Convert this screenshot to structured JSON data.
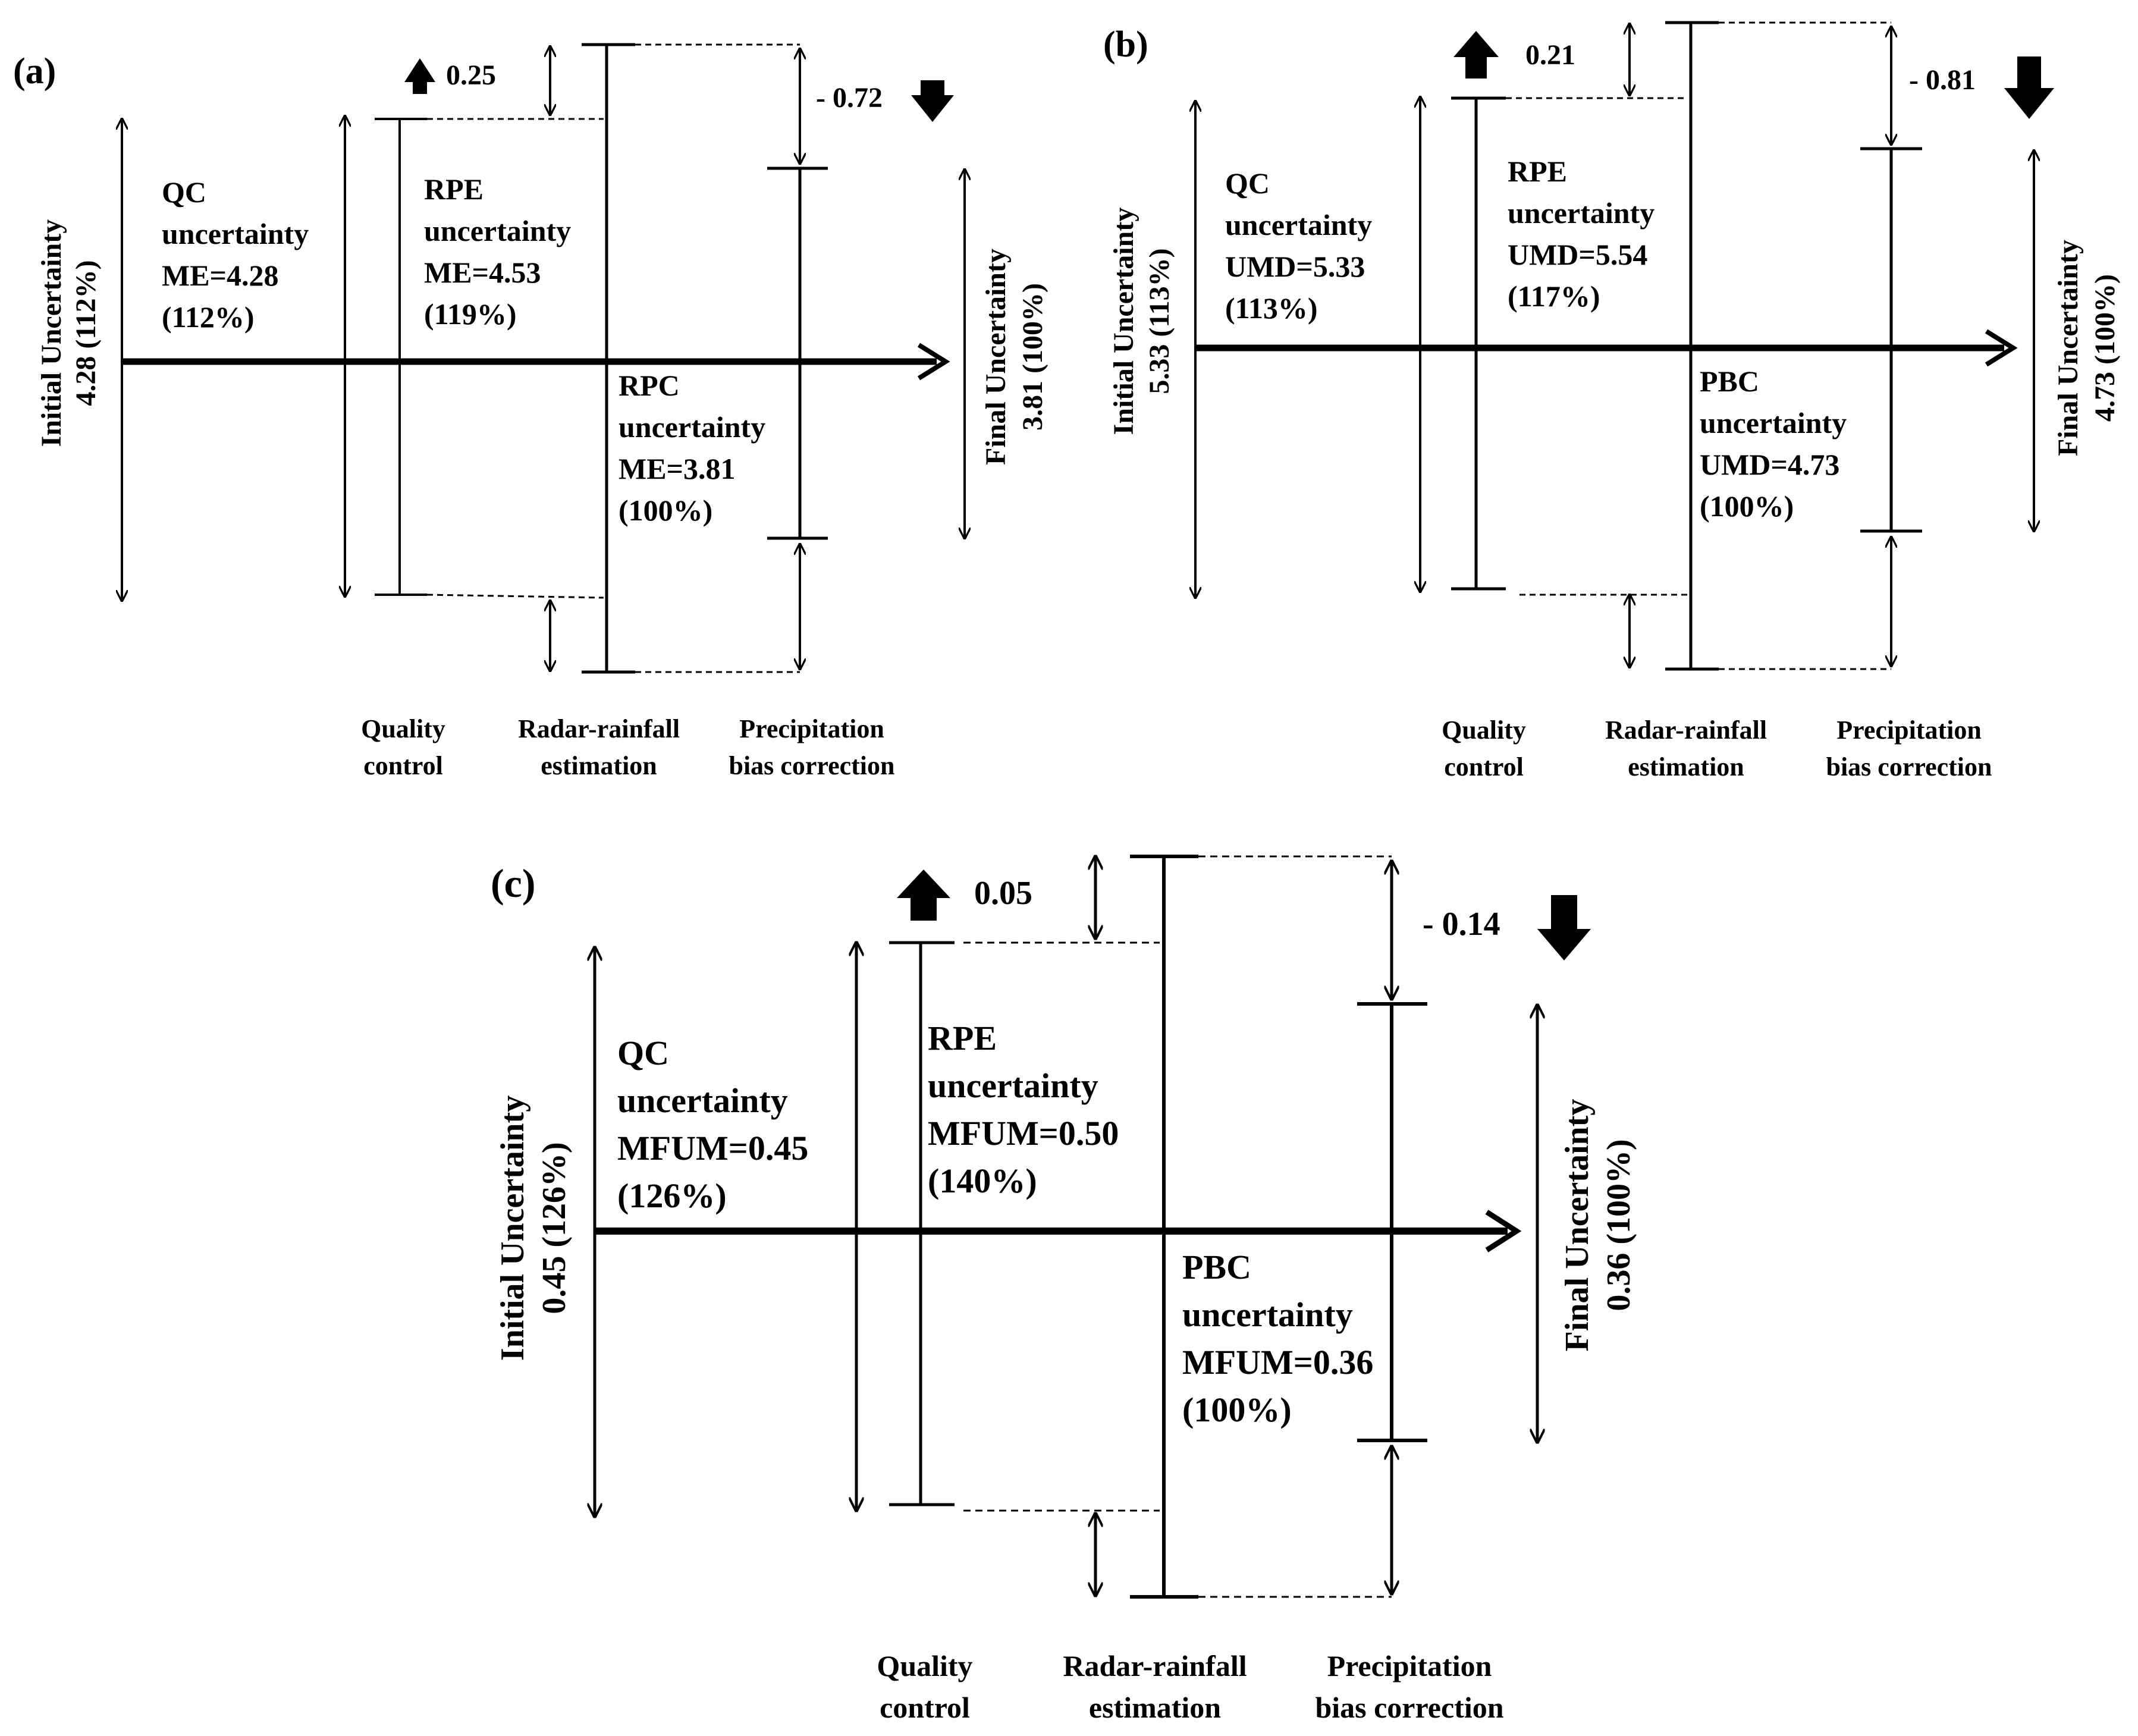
{
  "panels": {
    "a": {
      "tag": "(a)",
      "initial": {
        "line1": "Initial Uncertainty",
        "line2": "4.28 (112%)"
      },
      "qc": {
        "l1": "QC",
        "l2": "uncertainty",
        "l3": "ME=4.28",
        "l4": "(112%)"
      },
      "rpe": {
        "l1": "RPE",
        "l2": "uncertainty",
        "l3": "ME=4.53",
        "l4": "(119%)"
      },
      "third": {
        "l1": "RPC",
        "l2": "uncertainty",
        "l3": "ME=3.81",
        "l4": " (100%)"
      },
      "final": {
        "line1": "Final Uncertainty",
        "line2": "3.81 (100%)"
      },
      "inc": "0.25",
      "dec": "- 0.72",
      "stages": {
        "qc1": "Quality",
        "qc2": "control",
        "rr1": "Radar-rainfall",
        "rr2": "estimation",
        "pb1": "Precipitation",
        "pb2": "bias correction"
      }
    },
    "b": {
      "tag": "(b)",
      "initial": {
        "line1": "Initial Uncertainty",
        "line2": "5.33 (113%)"
      },
      "qc": {
        "l1": "QC",
        "l2": "uncertainty",
        "l3": "UMD=5.33",
        "l4": "(113%)"
      },
      "rpe": {
        "l1": "RPE",
        "l2": "uncertainty",
        "l3": "UMD=5.54",
        "l4": "(117%)"
      },
      "third": {
        "l1": "PBC",
        "l2": "uncertainty",
        "l3": "UMD=4.73",
        "l4": "(100%)"
      },
      "final": {
        "line1": "Final Uncertainty",
        "line2": "4.73 (100%)"
      },
      "inc": "0.21",
      "dec": "- 0.81",
      "stages": {
        "qc1": "Quality",
        "qc2": "control",
        "rr1": "Radar-rainfall",
        "rr2": "estimation",
        "pb1": "Precipitation",
        "pb2": "bias correction"
      }
    },
    "c": {
      "tag": "(c)",
      "initial": {
        "line1": "Initial Uncertainty",
        "line2": "0.45 (126%)"
      },
      "qc": {
        "l1": "QC",
        "l2": "uncertainty",
        "l3": "MFUM=0.45",
        "l4": "(126%)"
      },
      "rpe": {
        "l1": "RPE",
        "l2": "uncertainty",
        "l3": "MFUM=0.50",
        "l4": "(140%)"
      },
      "third": {
        "l1": "PBC",
        "l2": "uncertainty",
        "l3": "MFUM=0.36",
        "l4": "(100%)"
      },
      "final": {
        "line1": "Final Uncertainty",
        "line2": "0.36 (100%)"
      },
      "inc": "0.05",
      "dec": "- 0.14",
      "stages": {
        "qc1": "Quality",
        "qc2": "control",
        "rr1": "Radar-rainfall",
        "rr2": "estimation",
        "pb1": "Precipitation",
        "pb2": "bias correction"
      }
    }
  }
}
